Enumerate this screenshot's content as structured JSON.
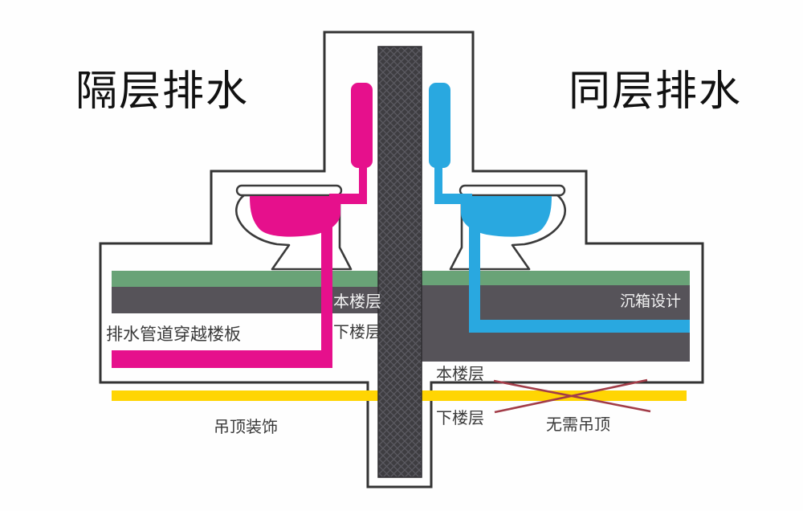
{
  "titles": {
    "left": "隔层排水",
    "right": "同层排水"
  },
  "labels": {
    "left_current_floor": "本楼层",
    "left_lower_floor": "下楼层",
    "pipe_through_slab": "排水管道穿越楼板",
    "ceiling_decoration": "吊顶装饰",
    "sunken_box_design": "沉箱设计",
    "right_current_floor": "本楼层",
    "right_lower_floor": "下楼层",
    "no_ceiling_needed": "无需吊顶"
  },
  "colors": {
    "pink": "#e6108c",
    "blue": "#29a8e0",
    "green_floor": "#69a377",
    "gray_slab": "#565359",
    "pillar": "#3e3d41",
    "yellow_ceiling": "#ffd503",
    "red_cross": "#a23c48",
    "outline": "#333333",
    "white_text": "#f2f2f2",
    "label_text": "#3a3a3a",
    "title_text": "#111111"
  }
}
